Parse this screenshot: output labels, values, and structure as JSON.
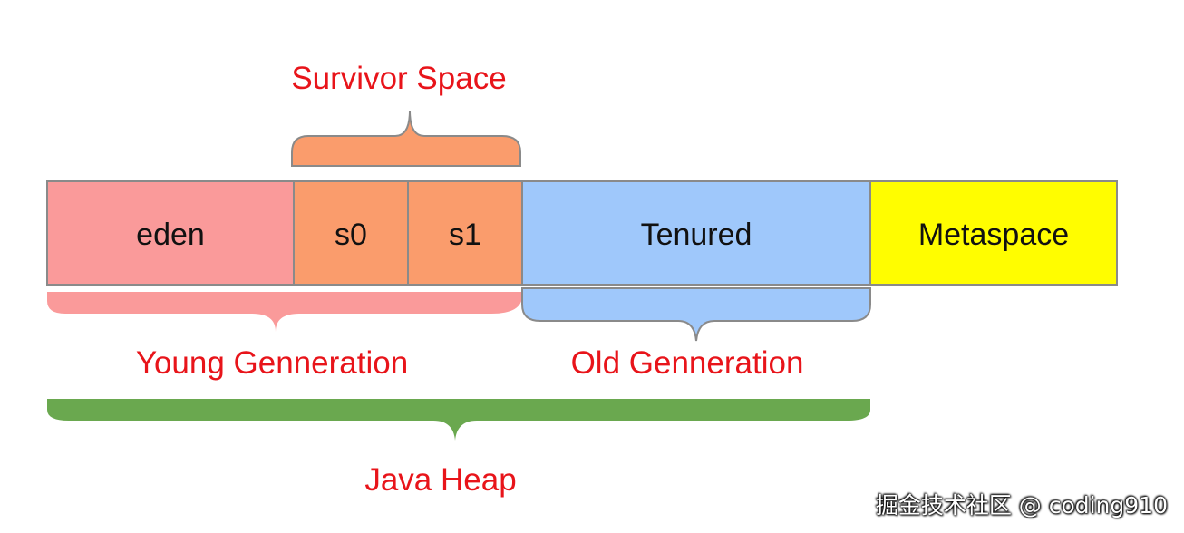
{
  "segments": {
    "eden": {
      "label": "eden",
      "color": "#fa9a9a"
    },
    "s0": {
      "label": "s0",
      "color": "#fa9c6c"
    },
    "s1": {
      "label": "s1",
      "color": "#fa9c6c"
    },
    "tenured": {
      "label": "Tenured",
      "color": "#9fc8fb"
    },
    "metaspace": {
      "label": "Metaspace",
      "color": "#fffd00"
    }
  },
  "groups": {
    "survivor_space": {
      "label": "Survivor Space",
      "color": "#fa9c6c"
    },
    "young_generation": {
      "label": "Young Genneration",
      "color": "#fa9a9a"
    },
    "old_generation": {
      "label": "Old Genneration",
      "color": "#9fc8fb"
    },
    "java_heap": {
      "label": "Java Heap",
      "color": "#6aa84f"
    }
  },
  "colors": {
    "label_red": "#e8141a",
    "segment_border": "#8a8a8a"
  },
  "watermark": "掘金技术社区 @ coding910"
}
